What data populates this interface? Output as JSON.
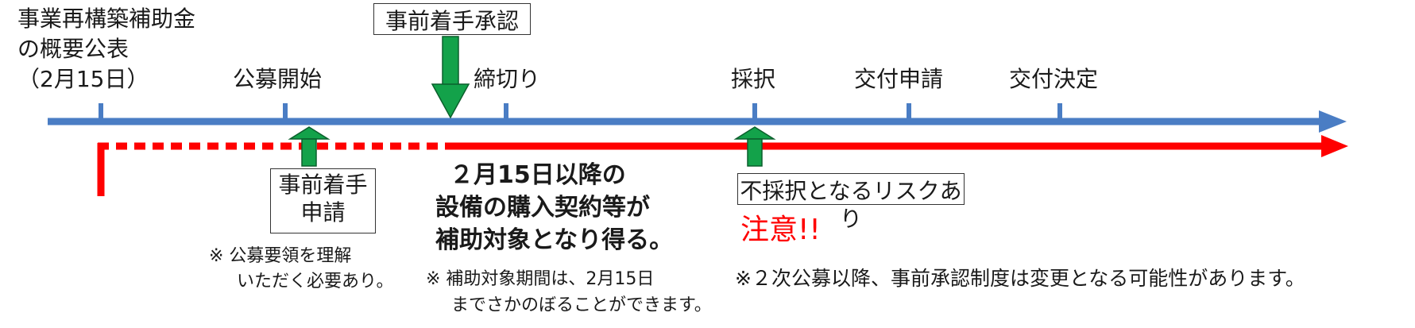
{
  "timeline": {
    "announce_lines": [
      "事業再構築補助金",
      "の概要公表",
      "（2月15日）"
    ],
    "milestones": [
      "公募開始",
      "締切り",
      "採択",
      "交付申請",
      "交付決定"
    ]
  },
  "boxes": {
    "prior_approval": "事前着手承認",
    "prior_application_lines": [
      "事前着手",
      "申請"
    ],
    "risk": "不採択となるリスクあり"
  },
  "notes": {
    "guidelines": [
      "※ 公募要領を理解",
      "いただく必要あり。"
    ],
    "eligible_bold": [
      "２月15日以降の",
      "設備の購入契約等が",
      "補助対象となり得る。"
    ],
    "period": [
      "※ 補助対象期間は、2月15日",
      "までさかのぼることができます。"
    ],
    "caution": "注意!!",
    "change": "※２次公募以降、事前承認制度は変更となる可能性があります。"
  },
  "colors": {
    "timeline": "#4a7dc4",
    "red_line": "#ff0000",
    "green_arrow": "#13a24a"
  }
}
